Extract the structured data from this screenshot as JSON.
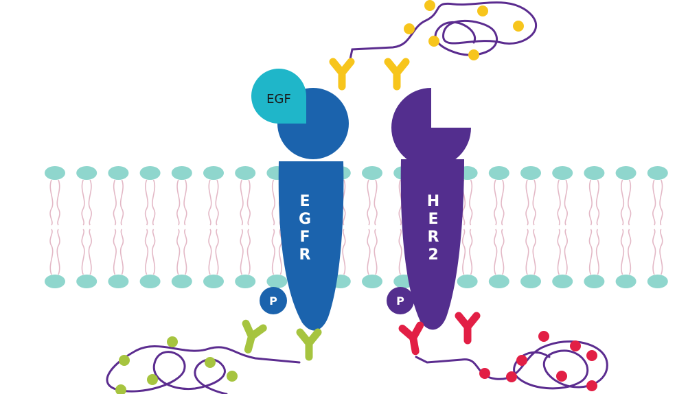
{
  "colors": {
    "membrane_head": "#8fd6cd",
    "membrane_tail": "#e3b8c6",
    "egfr": "#1b63ad",
    "her2": "#532e8e",
    "egf": "#1fb6c9",
    "chain": "#5b2c8f",
    "yellow": "#f7c51c",
    "green": "#a6c43f",
    "red": "#e21f45"
  },
  "labels": {
    "egf": "EGF",
    "egfr_letters": [
      "E",
      "G",
      "F",
      "R"
    ],
    "her2_letters": [
      "H",
      "E",
      "R",
      "2"
    ],
    "p_left": "P",
    "p_right": "P"
  },
  "icons": [
    "y-antibody-icon",
    "phosphate-icon",
    "peptide-chain-icon"
  ]
}
